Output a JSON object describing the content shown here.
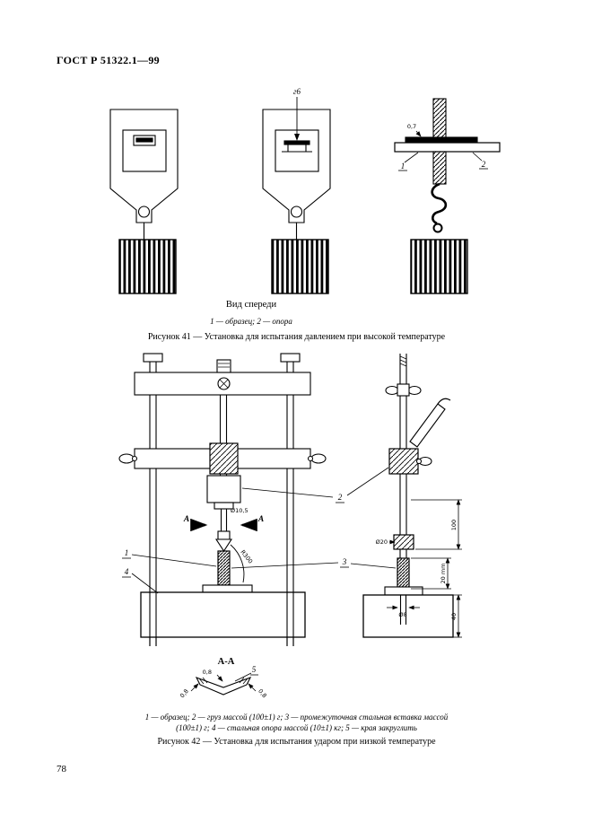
{
  "page": {
    "header": "ГОСТ Р 51322.1—99",
    "page_number": "78"
  },
  "figure41": {
    "view_label": "Вид спереди",
    "legend": "1 — образец; 2 — опора",
    "caption": "Рисунок 41 — Установка для испытания давлением при высокой температуре",
    "labels": {
      "g6": "г6",
      "dim_0_7": "0,7",
      "callout_1": "1",
      "callout_2": "2"
    }
  },
  "figure42": {
    "caption": "Рисунок 42 — Установка для испытания ударом при низкой температуре",
    "legend_line1": "1 — образец; 2 — груз массой (100±1) г; 3 — промежуточная стальная вставка массой",
    "legend_line2": "(100±1) г; 4 — стальная опора массой (10±1) кг; 5 — края закруглить",
    "labels": {
      "callout_1": "1",
      "callout_2": "2",
      "callout_3": "3",
      "callout_4": "4",
      "callout_5": "5",
      "section_arrow_left": "А",
      "section_arrow_right": "А",
      "section_title": "А-А",
      "dia_10_5": "Ø10,5",
      "radius_300": "R300",
      "dia_20": "Ø20",
      "dia_8": "Ø8",
      "dim_100": "100",
      "dim_20mm": "20 mm",
      "dim_40": "40",
      "dim_0_8_top": "0,8",
      "dim_0_8_left": "0,8",
      "dim_0_8_right": "0,8"
    }
  }
}
